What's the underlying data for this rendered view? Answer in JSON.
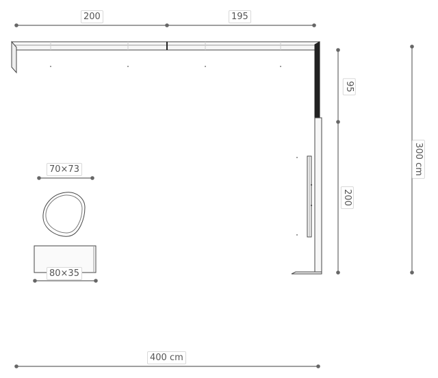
{
  "dimensions": {
    "top_left": "200",
    "top_right": "195",
    "right_upper": "95",
    "right_lower": "200",
    "overall_height": "300 cm",
    "overall_width": "400 cm",
    "pouf": "70×73",
    "bench": "80×35"
  },
  "colors": {
    "line": "#444444",
    "dim": "#666666",
    "panel_fill": "#f4f4f4",
    "dark_panel": "#222222"
  }
}
